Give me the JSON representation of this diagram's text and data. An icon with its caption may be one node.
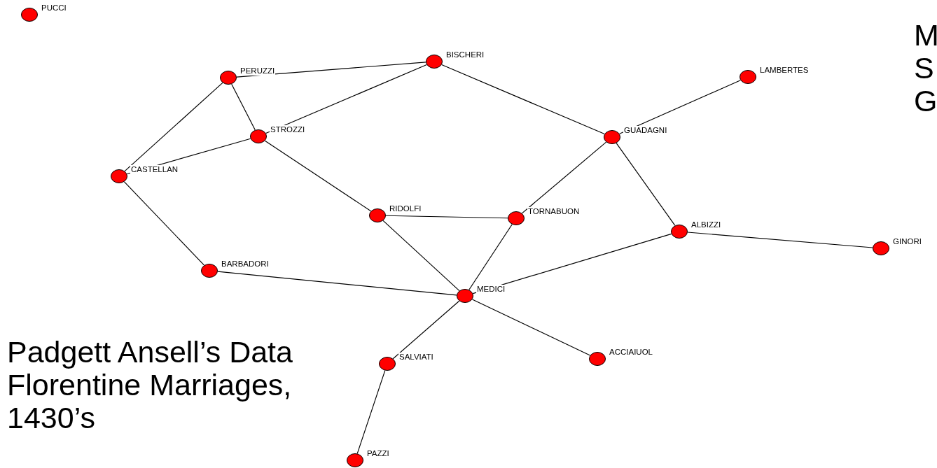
{
  "diagram": {
    "nodes": [
      {
        "text": [],
        "shape": "circle",
        "beside": [
          "PUCCI"
        ]
      },
      {
        "text": [],
        "shape": "circle",
        "beside": [
          "PERUZZI"
        ]
      },
      {
        "text": [],
        "shape": "circle",
        "beside": [
          "BISCHERI"
        ]
      },
      {
        "text": [],
        "shape": "circle",
        "beside": [
          "LAMBERTES"
        ]
      },
      {
        "text": [],
        "shape": "circle",
        "beside": [
          "STROZZI"
        ]
      },
      {
        "text": [],
        "shape": "circle",
        "beside": [
          "GUADAGNI"
        ]
      },
      {
        "text": [],
        "shape": "circle",
        "beside": [
          "CASTELLAN"
        ]
      },
      {
        "text": [],
        "shape": "circle",
        "beside": [
          "RIDOLFI"
        ]
      },
      {
        "text": [],
        "shape": "circle",
        "beside": [
          "TORNABUON"
        ]
      },
      {
        "text": [],
        "shape": "circle",
        "beside": [
          "ALBIZZI"
        ]
      },
      {
        "text": [],
        "shape": "circle",
        "beside": [
          "GINORI"
        ]
      },
      {
        "text": [],
        "shape": "circle",
        "beside": [
          "BARBADORI"
        ]
      },
      {
        "text": [],
        "shape": "circle",
        "beside": [
          "MEDICI"
        ]
      },
      {
        "text": [],
        "shape": "circle",
        "beside": [
          "SALVIATI"
        ]
      },
      {
        "text": [],
        "shape": "circle",
        "beside": [
          "ACCIAIUOL"
        ]
      },
      {
        "text": [],
        "shape": "circle",
        "beside": [
          "PAZZI"
        ]
      }
    ],
    "edges": [
      {
        "from": 1,
        "to": 2,
        "arrow": "none"
      },
      {
        "from": 1,
        "to": 4,
        "arrow": "none"
      },
      {
        "from": 1,
        "to": 6,
        "arrow": "none"
      },
      {
        "from": 2,
        "to": 4,
        "arrow": "none"
      },
      {
        "from": 2,
        "to": 5,
        "arrow": "none"
      },
      {
        "from": 3,
        "to": 5,
        "arrow": "none"
      },
      {
        "from": 4,
        "to": 6,
        "arrow": "none"
      },
      {
        "from": 4,
        "to": 7,
        "arrow": "none"
      },
      {
        "from": 5,
        "to": 8,
        "arrow": "none"
      },
      {
        "from": 5,
        "to": 9,
        "arrow": "none"
      },
      {
        "from": 6,
        "to": 11,
        "arrow": "none"
      },
      {
        "from": 7,
        "to": 8,
        "arrow": "none"
      },
      {
        "from": 7,
        "to": 12,
        "arrow": "none"
      },
      {
        "from": 8,
        "to": 12,
        "arrow": "none"
      },
      {
        "from": 9,
        "to": 10,
        "arrow": "none"
      },
      {
        "from": 9,
        "to": 12,
        "arrow": "none"
      },
      {
        "from": 11,
        "to": 12,
        "arrow": "none"
      },
      {
        "from": 12,
        "to": 13,
        "arrow": "none"
      },
      {
        "from": 12,
        "to": 14,
        "arrow": "none"
      },
      {
        "from": 13,
        "to": 15,
        "arrow": "none"
      }
    ],
    "labels": [
      "M",
      "S",
      "G",
      "Padgett Ansell’s Data",
      "Florentine Marriages, 1430’s"
    ]
  }
}
